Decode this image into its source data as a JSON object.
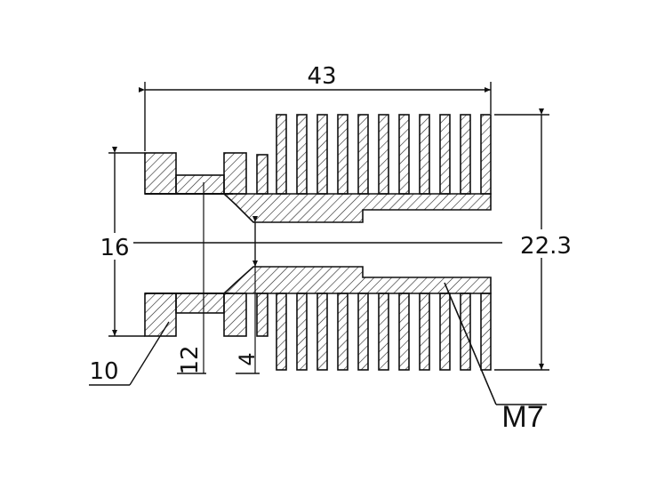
{
  "diagram": {
    "dimensions": {
      "overall_length": "43",
      "fin_diameter": "22.3",
      "body_diameter": "16",
      "thread_length": "10",
      "groove_distance": "12",
      "bore_diameter": "4"
    },
    "callout": "M7",
    "fin_count": 11
  }
}
